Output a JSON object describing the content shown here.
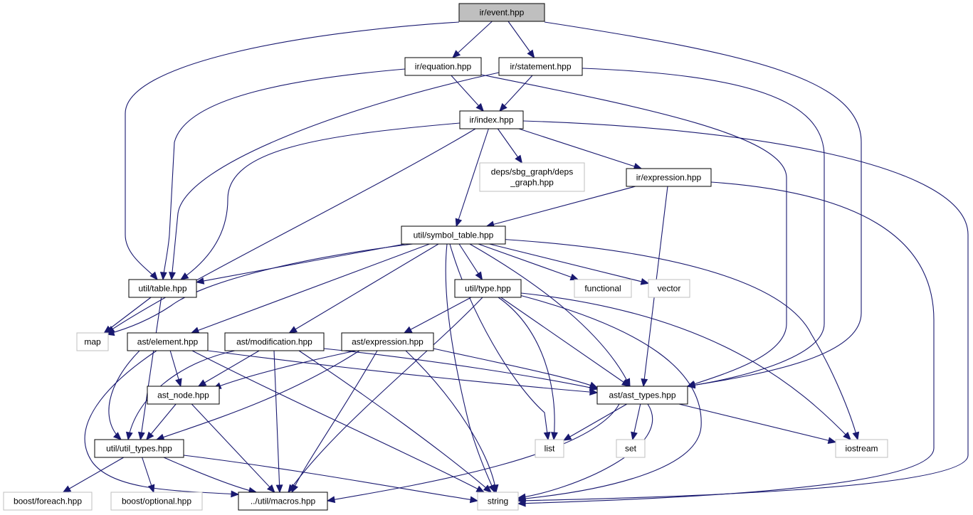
{
  "diagram": {
    "nodes": [
      {
        "id": "event",
        "label": "ir/event.hpp",
        "kind": "root"
      },
      {
        "id": "equation",
        "label": "ir/equation.hpp",
        "kind": "local"
      },
      {
        "id": "statement",
        "label": "ir/statement.hpp",
        "kind": "local"
      },
      {
        "id": "index",
        "label": "ir/index.hpp",
        "kind": "local"
      },
      {
        "id": "deps",
        "label": "deps/sbg_graph/deps\n_graph.hpp",
        "kind": "external"
      },
      {
        "id": "irexpr",
        "label": "ir/expression.hpp",
        "kind": "local"
      },
      {
        "id": "symtab",
        "label": "util/symbol_table.hpp",
        "kind": "local"
      },
      {
        "id": "table",
        "label": "util/table.hpp",
        "kind": "local"
      },
      {
        "id": "utype",
        "label": "util/type.hpp",
        "kind": "local"
      },
      {
        "id": "functional",
        "label": "functional",
        "kind": "external"
      },
      {
        "id": "vector",
        "label": "vector",
        "kind": "external"
      },
      {
        "id": "map",
        "label": "map",
        "kind": "external"
      },
      {
        "id": "element",
        "label": "ast/element.hpp",
        "kind": "local"
      },
      {
        "id": "modification",
        "label": "ast/modification.hpp",
        "kind": "local"
      },
      {
        "id": "astexpr",
        "label": "ast/expression.hpp",
        "kind": "local"
      },
      {
        "id": "astnode",
        "label": "ast_node.hpp",
        "kind": "local"
      },
      {
        "id": "asttypes",
        "label": "ast/ast_types.hpp",
        "kind": "local"
      },
      {
        "id": "utiltypes",
        "label": "util/util_types.hpp",
        "kind": "local"
      },
      {
        "id": "list",
        "label": "list",
        "kind": "external"
      },
      {
        "id": "set",
        "label": "set",
        "kind": "external"
      },
      {
        "id": "iostream",
        "label": "iostream",
        "kind": "external"
      },
      {
        "id": "foreach",
        "label": "boost/foreach.hpp",
        "kind": "external"
      },
      {
        "id": "optional",
        "label": "boost/optional.hpp",
        "kind": "external"
      },
      {
        "id": "macros",
        "label": "../util/macros.hpp",
        "kind": "local"
      },
      {
        "id": "string",
        "label": "string",
        "kind": "external"
      }
    ],
    "edges": [
      [
        "event",
        "equation"
      ],
      [
        "event",
        "statement"
      ],
      [
        "event",
        "table"
      ],
      [
        "event",
        "asttypes"
      ],
      [
        "equation",
        "index"
      ],
      [
        "equation",
        "table"
      ],
      [
        "equation",
        "asttypes"
      ],
      [
        "statement",
        "index"
      ],
      [
        "statement",
        "table"
      ],
      [
        "statement",
        "asttypes"
      ],
      [
        "index",
        "deps"
      ],
      [
        "index",
        "irexpr"
      ],
      [
        "index",
        "symtab"
      ],
      [
        "index",
        "table"
      ],
      [
        "index",
        "map"
      ],
      [
        "index",
        "string"
      ],
      [
        "irexpr",
        "symtab"
      ],
      [
        "irexpr",
        "asttypes"
      ],
      [
        "irexpr",
        "string"
      ],
      [
        "symtab",
        "table"
      ],
      [
        "symtab",
        "utype"
      ],
      [
        "symtab",
        "functional"
      ],
      [
        "symtab",
        "vector"
      ],
      [
        "symtab",
        "map"
      ],
      [
        "symtab",
        "element"
      ],
      [
        "symtab",
        "modification"
      ],
      [
        "symtab",
        "asttypes"
      ],
      [
        "symtab",
        "list"
      ],
      [
        "symtab",
        "iostream"
      ],
      [
        "symtab",
        "string"
      ],
      [
        "table",
        "map"
      ],
      [
        "table",
        "utiltypes"
      ],
      [
        "utype",
        "astexpr"
      ],
      [
        "utype",
        "asttypes"
      ],
      [
        "utype",
        "list"
      ],
      [
        "utype",
        "iostream"
      ],
      [
        "utype",
        "macros"
      ],
      [
        "utype",
        "string"
      ],
      [
        "element",
        "astnode"
      ],
      [
        "element",
        "utiltypes"
      ],
      [
        "element",
        "asttypes"
      ],
      [
        "element",
        "macros"
      ],
      [
        "element",
        "string"
      ],
      [
        "modification",
        "astnode"
      ],
      [
        "modification",
        "utiltypes"
      ],
      [
        "modification",
        "asttypes"
      ],
      [
        "modification",
        "macros"
      ],
      [
        "modification",
        "string"
      ],
      [
        "astexpr",
        "astnode"
      ],
      [
        "astexpr",
        "utiltypes"
      ],
      [
        "astexpr",
        "asttypes"
      ],
      [
        "astexpr",
        "macros"
      ],
      [
        "astexpr",
        "string"
      ],
      [
        "astnode",
        "utiltypes"
      ],
      [
        "astnode",
        "macros"
      ],
      [
        "asttypes",
        "list"
      ],
      [
        "asttypes",
        "set"
      ],
      [
        "asttypes",
        "iostream"
      ],
      [
        "asttypes",
        "string"
      ],
      [
        "asttypes",
        "macros"
      ],
      [
        "utiltypes",
        "foreach"
      ],
      [
        "utiltypes",
        "optional"
      ],
      [
        "utiltypes",
        "macros"
      ],
      [
        "utiltypes",
        "string"
      ]
    ]
  }
}
